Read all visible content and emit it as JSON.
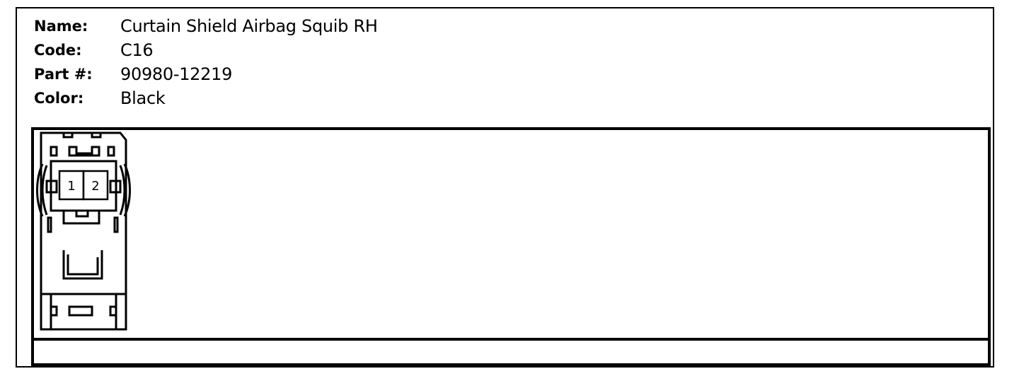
{
  "connector": {
    "fields": [
      {
        "label": "Name:",
        "value": "Curtain Shield Airbag Squib RH"
      },
      {
        "label": "Code:",
        "value": "C16"
      },
      {
        "label": "Part #:",
        "value": "90980-12219"
      },
      {
        "label": "Color:",
        "value": "Black"
      }
    ],
    "pins": [
      "1",
      "2"
    ]
  },
  "colors": {
    "stroke": "#000000",
    "background": "#ffffff"
  }
}
